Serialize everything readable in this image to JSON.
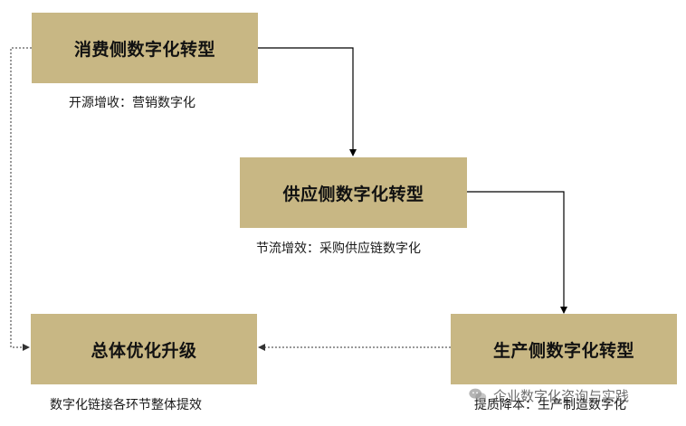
{
  "nodes": {
    "consumer": {
      "label": "消费侧数字化转型",
      "caption": "开源增收：营销数字化"
    },
    "supply": {
      "label": "供应侧数字化转型",
      "caption": "节流增效：采购供应链数字化"
    },
    "production": {
      "label": "生产侧数字化转型",
      "caption": "提质降本：生产制造数字化"
    },
    "overall": {
      "label": "总体优化升级",
      "caption": "数字化链接各环节整体提效"
    }
  },
  "watermark": {
    "text": "企业数字化咨询与实践"
  },
  "colors": {
    "box_fill": "#c8b784",
    "line": "#000000"
  }
}
